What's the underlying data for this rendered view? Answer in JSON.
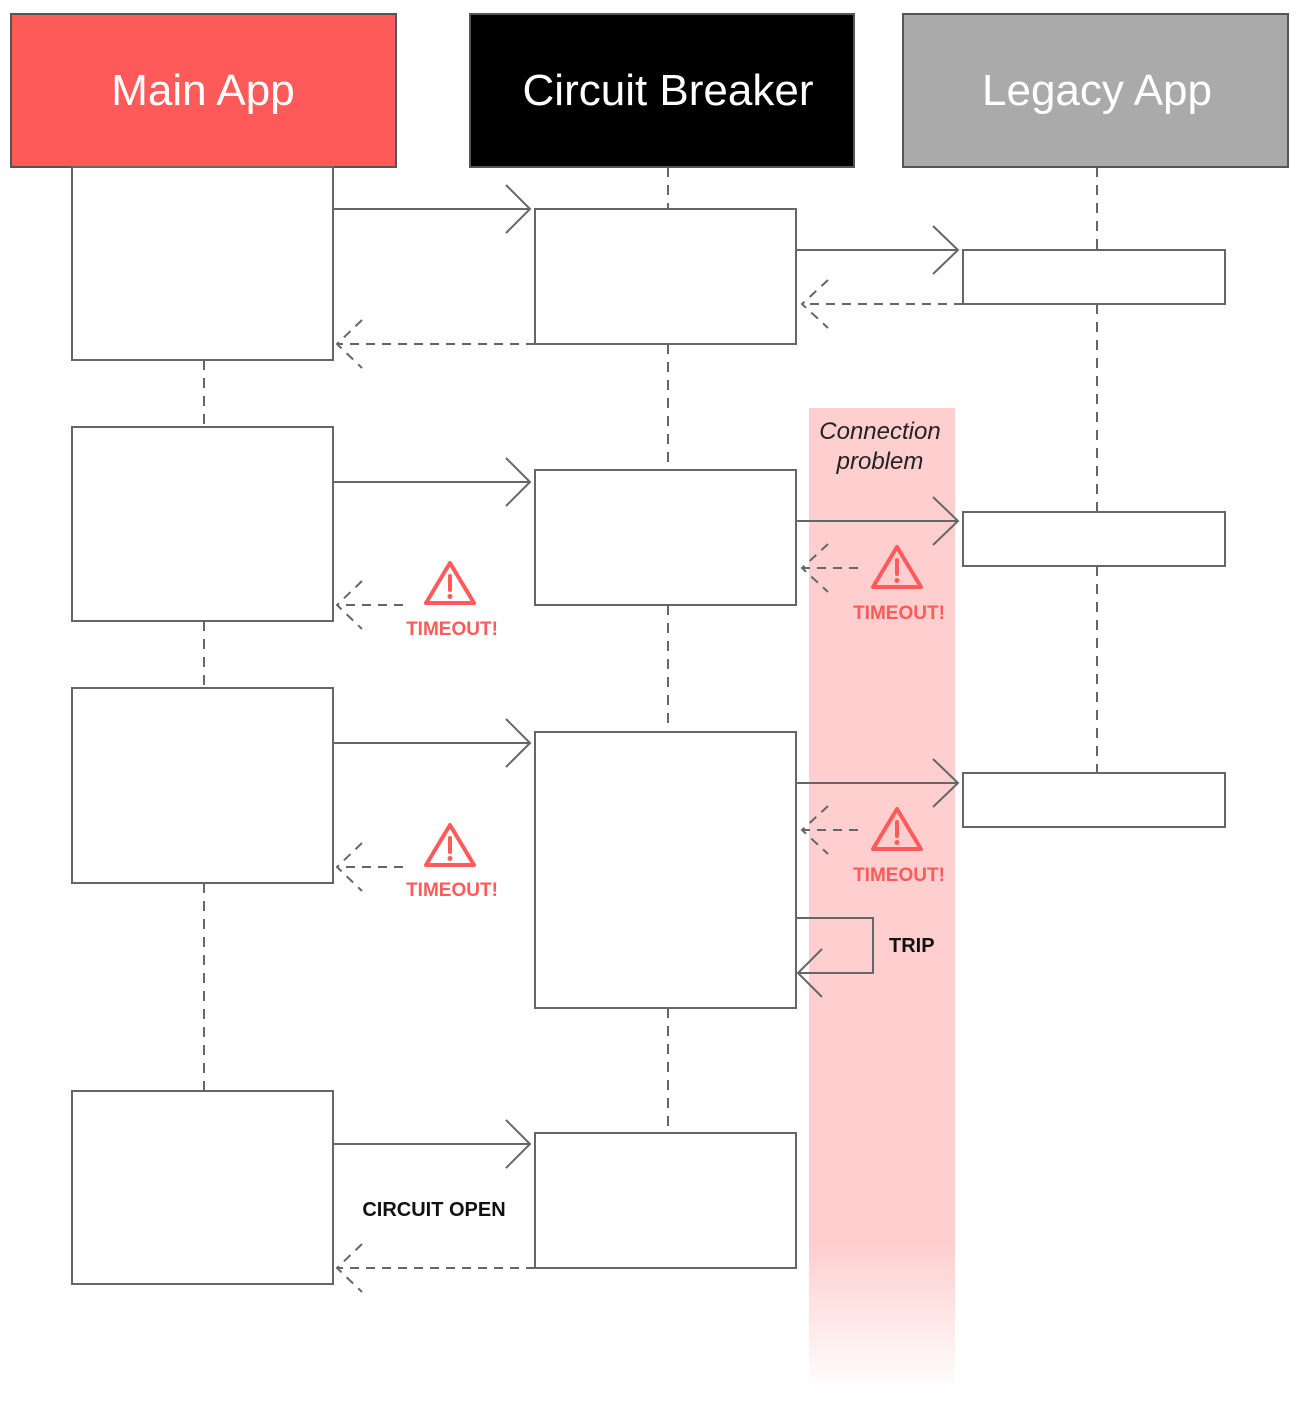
{
  "headers": {
    "main_app": "Main App",
    "circuit_breaker": "Circuit Breaker",
    "legacy_app": "Legacy App"
  },
  "labels": {
    "connection_problem_line1": "Connection",
    "connection_problem_line2": "problem",
    "timeout": "TIMEOUT!",
    "trip": "TRIP",
    "circuit_open": "CIRCUIT OPEN"
  },
  "colors": {
    "main_app": "#ff5a5a",
    "circuit_breaker": "#000000",
    "legacy_app": "#aaaaaa",
    "warning": "#ff5a5a",
    "problem_band": "#ffcfcf",
    "line": "#666666"
  },
  "icons": {
    "warning": "warning-triangle-icon"
  }
}
